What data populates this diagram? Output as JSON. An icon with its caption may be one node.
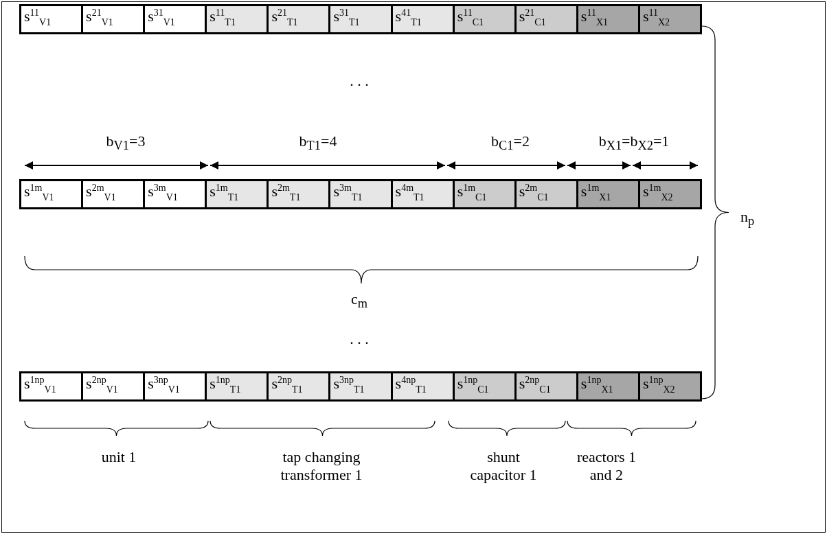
{
  "diagram": {
    "labels": [
      "s$^{11}$$_{V1}$",
      "s$^{21}$$_{V1}$",
      "s$^{31}$$_{V1}$",
      "s$^{11}$$_{T1}$",
      "s$^{21}$$_{T1}$",
      "s$^{31}$$_{T1}$",
      "s$^{41}$$_{T1}$",
      "s$^{11}$$_{C1}$",
      "s$^{21}$$_{C1}$",
      "s$^{11}$$_{X1}$",
      "s$^{11}$$_{X2}$",
      ". . .",
      "b$_{V1}$=3",
      "b$_{T1}$=4",
      "b$_{C1}$=2",
      "b$_{X1}$=b$_{X2}$=1",
      "s$^{1m}$$_{V1}$",
      "s$^{2m}$$_{V1}$",
      "s$^{3m}$$_{V1}$",
      "s$^{1m}$$_{T1}$",
      "s$^{2m}$$_{T1}$",
      "s$^{3m}$$_{T1}$",
      "s$^{4m}$$_{T1}$",
      "s$^{1m}$$_{C1}$",
      "s$^{2m}$$_{C1}$",
      "s$^{1m}$$_{X1}$",
      "s$^{1m}$$_{X2}$",
      "n$_{p}$",
      "c$_{m}$",
      ". . .",
      "s$^{1n}$$^{p}$$_{V1}$",
      "s$^{2n}$$^{p}$$_{V1}$",
      "s$^{3n}$$^{p}$$_{V1}$",
      "s$^{1n}$$^{p}$$_{T1}$",
      "s$^{2n}$$^{p}$$_{T1}$",
      "s$^{3n}$$^{p}$$_{T1}$",
      "s$^{4n}$$^{p}$$_{T1}$",
      "s$^{1n}$$^{p}$$_{C1}$",
      "s$^{2n}$$^{p}$$_{C1}$",
      "s$^{1n}$$^{p}$$_{X1}$",
      "s$^{1n}$$^{p}$$_{X2}$",
      "unit 1",
      "tap changing transformer 1",
      "shunt capacitor 1",
      "reactors 1 and 2"
    ]
  }
}
